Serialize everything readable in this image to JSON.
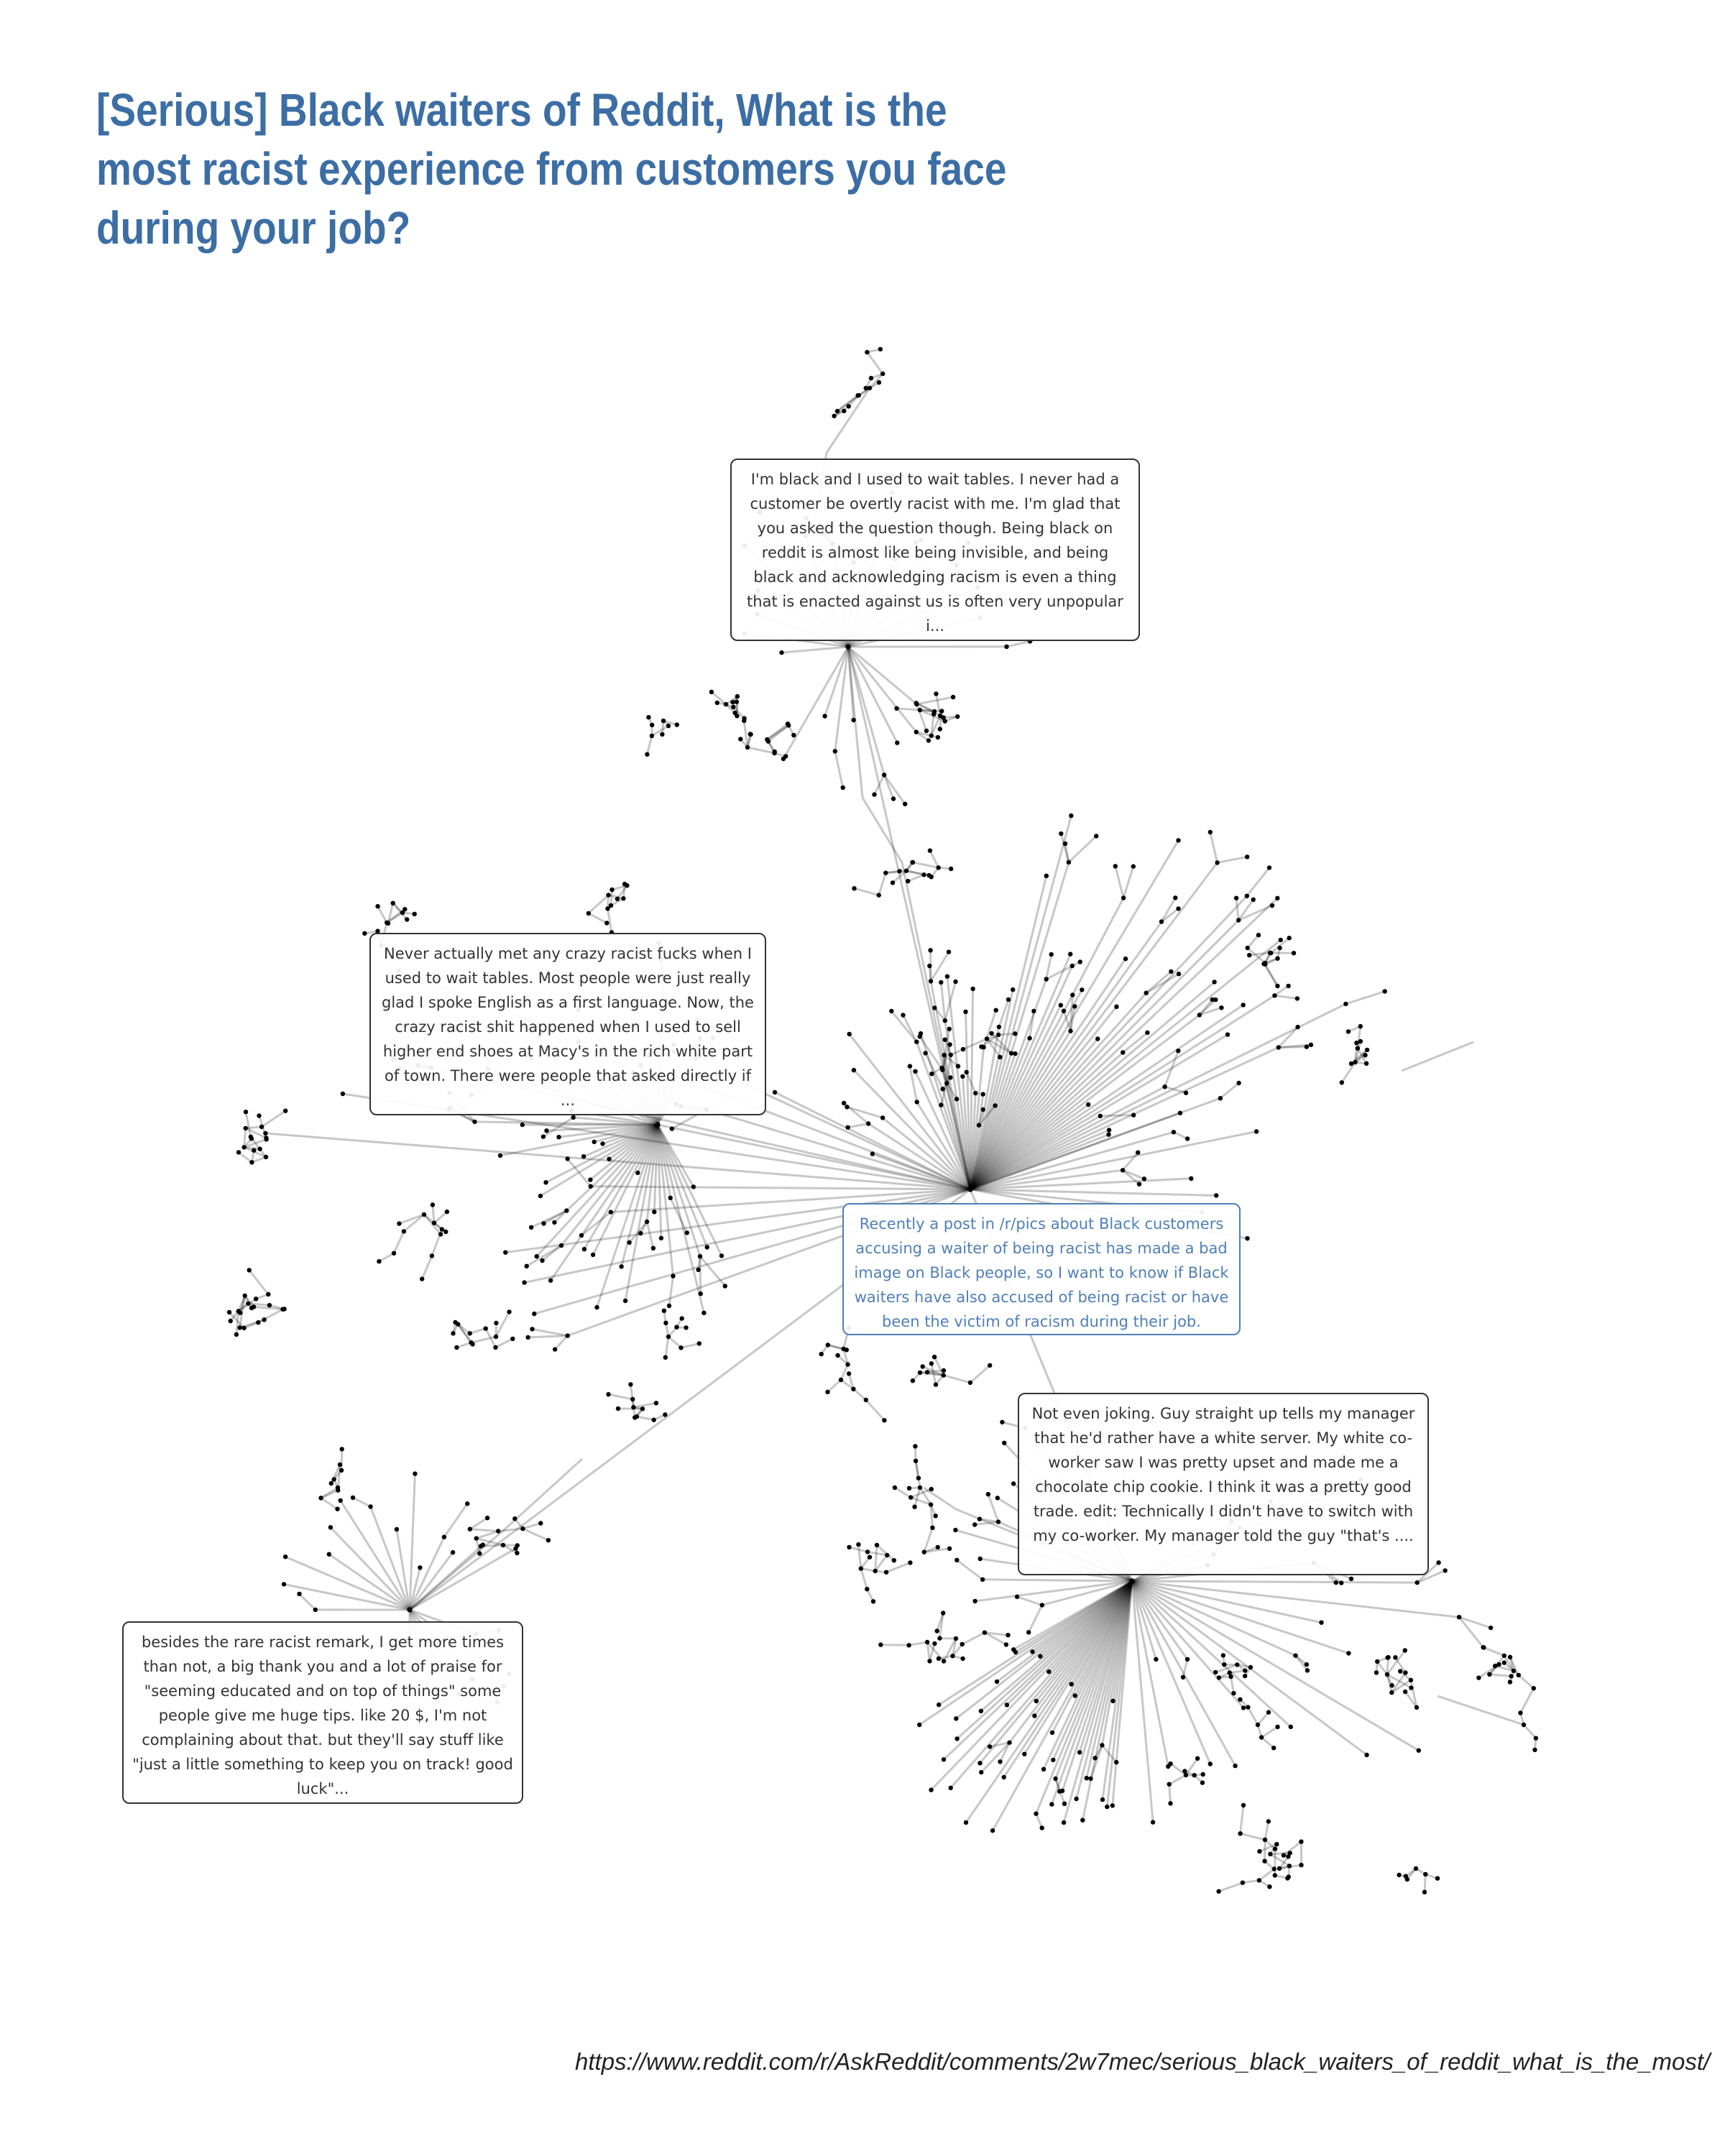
{
  "title": "[Serious] Black waiters of Reddit, What is the most racist experience from customers you face during your job?",
  "source_url": "https://www.reddit.com/r/AskReddit/comments/2w7mec/serious_black_waiters_of_reddit_what_is_the_most/",
  "colors": {
    "title": "#3c6ea5",
    "root_callout": "#4f7fb8",
    "comment_callout": "#333333",
    "edge": "#000000",
    "node": "#000000"
  },
  "callouts": {
    "root": "Recently a post in /r/pics about Black customers accusing a waiter of being racist has made a bad image on Black people, so I want to know if Black waiters have also accused of being racist or have been the victim of racism during their job.",
    "top": "I'm black and I used to wait tables. I never had a customer be overtly racist with me. I'm glad that you asked the question though. Being black on reddit is almost like being invisible, and being black and acknowledging racism is even a thing that is enacted against us is often very unpopular i...",
    "left": "Never actually met any crazy racist fucks when I used to wait tables. Most people were just really glad I spoke English as a first language. Now, the crazy racist shit happened when I used to sell higher end shoes at Macy's in the rich white part of town. There were people that asked directly if ...",
    "right": "Not even joking. Guy straight up tells my manager that he'd rather have a white server. My white co-worker saw I was pretty upset and made me a chocolate chip cookie. I think it was a pretty good trade. edit: Technically I didn't have to switch with my co-worker. My manager told the guy \"that's ....",
    "bottom_left": "besides the rare racist remark, I get more times than not, a big thank you and a lot of praise for \"seeming educated and on top of things\" some people give me huge tips. like 20 $, I'm not complaining about that. but they'll say stuff like \"just a little something to keep you on track! good luck\"..."
  }
}
